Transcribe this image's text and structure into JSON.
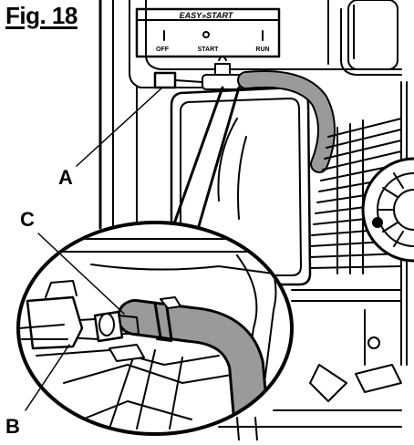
{
  "figure": {
    "title": "Fig. 18",
    "panel_brand": "EASY»START",
    "panel_off": "OFF",
    "panel_start": "START",
    "panel_run": "RUN",
    "callouts": {
      "a": "A",
      "b": "B",
      "c": "C"
    }
  },
  "colors": {
    "line": "#000000",
    "hose": "#9a9a9a",
    "background": "#ffffff",
    "fill_light": "#e6e6e6"
  }
}
